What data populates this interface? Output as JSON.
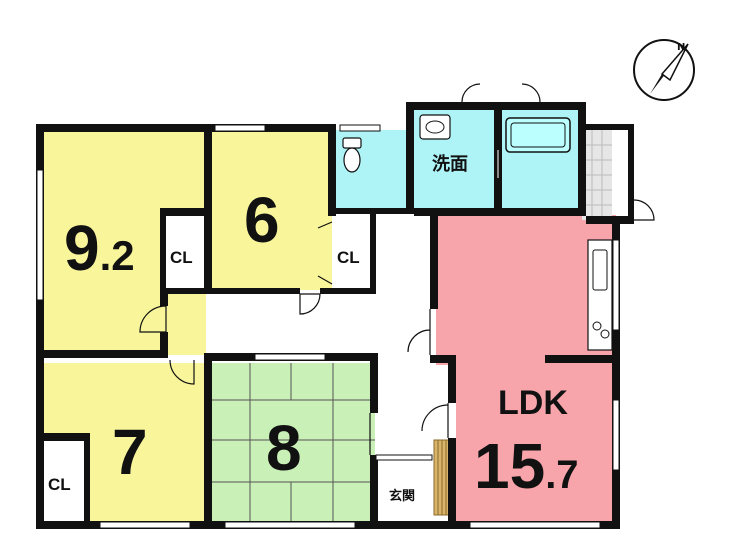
{
  "colors": {
    "yellow": "#f8f59a",
    "green": "#c9f0b6",
    "cyan": "#aef3f6",
    "pink": "#f7a5aa",
    "wall": "#111111",
    "floor": "#ffffff",
    "deck": "#d9b56b",
    "tile": "#e6e6e6"
  },
  "compass": {
    "icon": "north-arrow-icon",
    "label": "N"
  },
  "rooms": {
    "room_9_2": {
      "int": "9",
      "dec": ".2"
    },
    "room_6": {
      "label": "6"
    },
    "room_7": {
      "label": "7"
    },
    "room_8": {
      "label": "8"
    },
    "ldk": {
      "label": "LDK",
      "int": "15",
      "dec": ".7"
    }
  },
  "closets": {
    "cl1": "CL",
    "cl2": "CL",
    "cl3": "CL"
  },
  "washroom": {
    "label": "洗面"
  },
  "entrance": {
    "label": "玄関"
  },
  "icons": [
    "toilet-icon",
    "sink-icon",
    "bathtub-icon",
    "kitchen-counter-icon",
    "stove-icon"
  ]
}
